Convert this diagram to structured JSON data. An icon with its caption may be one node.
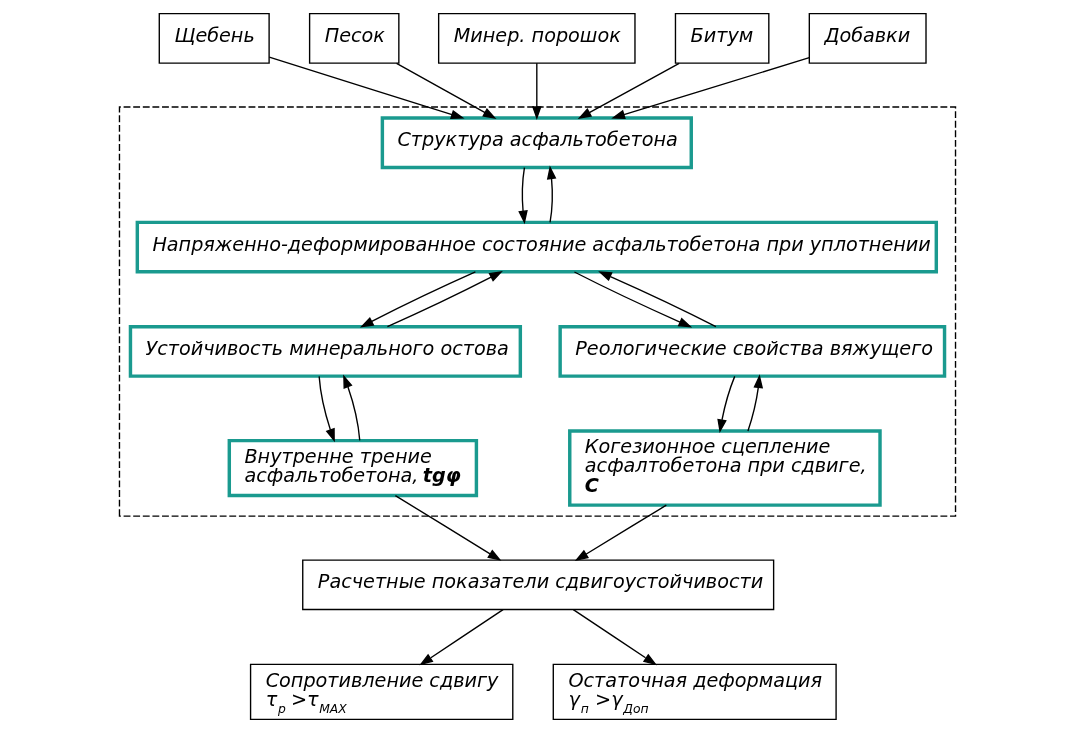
{
  "diagram": {
    "nodes": [
      {
        "text": [
          "Щебень"
        ]
      },
      {
        "text": [
          "Песок"
        ]
      },
      {
        "text": [
          "Минер. порошок"
        ]
      },
      {
        "text": [
          "Битум"
        ]
      },
      {
        "text": [
          "Добавки"
        ]
      },
      {
        "text": [],
        "shape": "box"
      },
      {
        "text": [
          "Структура асфальтобетона"
        ],
        "in": 5
      },
      {
        "text": [
          "Напряженно-деформированное состояние асфальтобетона при уплотнении"
        ],
        "in": 5
      },
      {
        "text": [
          "Устойчивость минерального остова"
        ],
        "in": 5
      },
      {
        "text": [
          "Реологические свойства вяжущего"
        ],
        "in": 5
      },
      {
        "text": [
          "Внутренне трение асфальтобетона, **tgφ**"
        ],
        "in": 5
      },
      {
        "text": [
          "Когезионное сцепление асфалтобетона при сдвиге, **C**"
        ],
        "in": 5
      },
      {
        "text": [
          "Расчетные показатели сдвигоустойчивости"
        ]
      },
      {
        "text": [
          "Сопротивление сдвигу",
          "τ$_{р}$ >τ$_{MAX}$"
        ]
      },
      {
        "text": [
          "Остаточная деформация",
          "γ$_{п}$ >γ$_{Доп}$"
        ]
      }
    ],
    "edges": [
      {
        "from": 0,
        "to": 6,
        "arrow": "to"
      },
      {
        "from": 1,
        "to": 6,
        "arrow": "to"
      },
      {
        "from": 2,
        "to": 6,
        "arrow": "to"
      },
      {
        "from": 3,
        "to": 6,
        "arrow": "to"
      },
      {
        "from": 4,
        "to": 6,
        "arrow": "to"
      },
      {
        "from": 6,
        "to": 7,
        "arrow": "to"
      },
      {
        "from": 7,
        "to": 6,
        "arrow": "to"
      },
      {
        "from": 7,
        "to": 8,
        "arrow": "to"
      },
      {
        "from": 8,
        "to": 7,
        "arrow": "to"
      },
      {
        "from": 7,
        "to": 9,
        "arrow": "to"
      },
      {
        "from": 9,
        "to": 7,
        "arrow": "to"
      },
      {
        "from": 8,
        "to": 10,
        "arrow": "to"
      },
      {
        "from": 10,
        "to": 8,
        "arrow": "to"
      },
      {
        "from": 9,
        "to": 11,
        "arrow": "to"
      },
      {
        "from": 11,
        "to": 9,
        "arrow": "to"
      },
      {
        "from": 10,
        "to": 12,
        "arrow": "to"
      },
      {
        "from": 11,
        "to": 12,
        "arrow": "to"
      },
      {
        "from": 12,
        "to": 13,
        "arrow": "to"
      },
      {
        "from": 12,
        "to": 14,
        "arrow": "to"
      }
    ]
  }
}
